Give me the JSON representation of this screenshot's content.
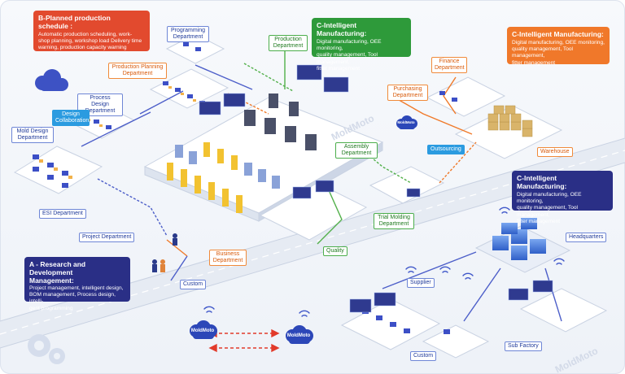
{
  "callouts": {
    "b_planned": {
      "title": "B-Planned production schedule :",
      "lines": [
        "Automatic production scheduling, work-",
        "shop planning, workshop load Delivery time",
        "warning, production capacity warning"
      ]
    },
    "c_top": {
      "title": "C-Intelligent Manufacturing:",
      "lines": [
        "Digital manufacturing, OEE monitoring,",
        "quality management, Tool management,",
        "fitter management"
      ]
    },
    "c_right": {
      "title": "C-Intelligent Manufacturing:",
      "lines": [
        "Digital manufacturing, OEE monitoring,",
        "quality management, Tool management,",
        "fitter management"
      ]
    },
    "c_mid": {
      "title": "C-Intelligent Manufacturing:",
      "lines": [
        "Digital manufacturing, OEE monitoring,",
        "quality management, Tool management,",
        "fitter management"
      ]
    },
    "a_rd": {
      "title_lines": [
        "A - Research and Development",
        "Management:"
      ],
      "lines": [
        "Project management, intelligent design,",
        "BOM management, Process design, intelli-",
        "gent programming"
      ]
    }
  },
  "labels": {
    "programming_department": "Programming Department",
    "production_department": "Production Department",
    "production_planning_department": "Production Planning Department",
    "process_design_department": "Process Design Department",
    "design_collaboration": "Design Collaboration",
    "mold_design_department": "Mold Design Department",
    "esi_department": "ESI Department",
    "project_department": "Project Department",
    "business_department": "Business Department",
    "custom_left": "Custom",
    "assembly_department": "Assembly Department",
    "quality": "Quality",
    "trial_molding_department": "Trial Molding Department",
    "finance_department": "Finance Department",
    "purchasing_department": "Purchasing Department",
    "outsourcing": "Outsourcing",
    "warehouse": "Warehouse",
    "headquarters": "Headquarters",
    "supplier": "Supplier",
    "custom_bottom": "Custom",
    "sub_factory": "Sub Factory"
  },
  "clouds": {
    "center": "MoldMoto",
    "bottom_left": "MoldMoto",
    "bottom_right": "MoldMoto"
  },
  "watermarks": {
    "center": "MoldMoto",
    "bottom_right": "MoldMoto"
  },
  "colors": {
    "red": "#e24a2e",
    "green": "#2e9a3a",
    "orange": "#f0782a",
    "navy": "#2a2f86",
    "link_blue": "#4d5fc9",
    "link_orange": "#f07a2a",
    "link_green": "#52b04a"
  }
}
